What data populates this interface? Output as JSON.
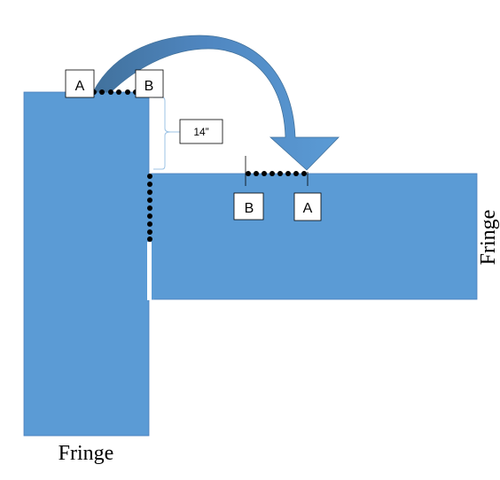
{
  "diagram": {
    "labels": {
      "a_left": "A",
      "b_left": "B",
      "b_right": "B",
      "a_right": "A",
      "measurement": "14”",
      "fringe_bottom": "Fringe",
      "fringe_right": "Fringe"
    },
    "colors": {
      "panel_fill": "#5b9bd5",
      "panel_stroke": "#4a7ebb",
      "arrow_fill": "#5b9bd5",
      "arrow_dark": "#41719c",
      "seam_dots": "#000000",
      "bracket": "#7fb2dd"
    }
  }
}
